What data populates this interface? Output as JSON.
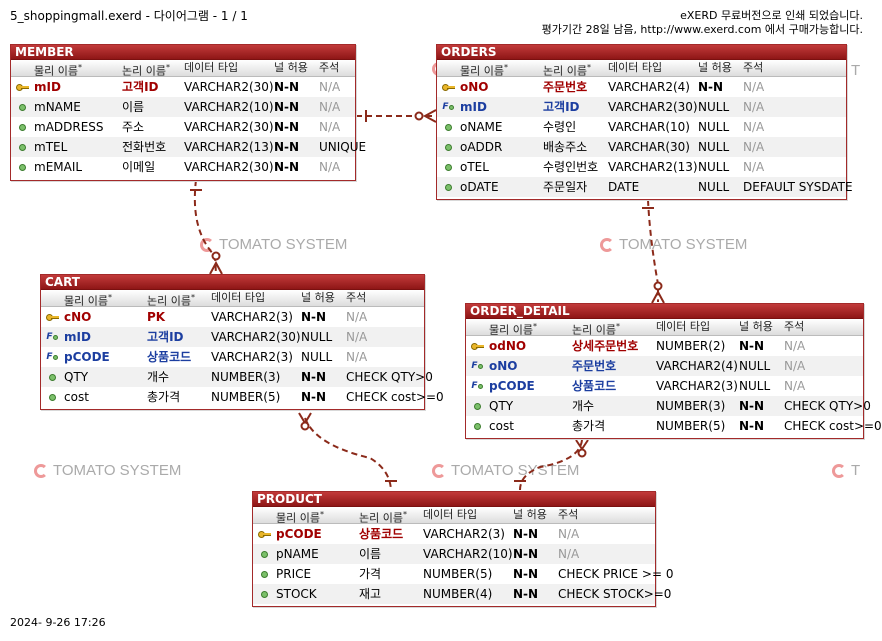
{
  "header": {
    "file_title": "5_shoppingmall.exerd - 다이어그램 - 1 / 1",
    "notice_line1": "eXERD 무료버전으로 인쇄 되었습니다.",
    "notice_line2": "평가기간 28일 남음, http://www.exerd.com 에서 구매가능합니다."
  },
  "footer": {
    "timestamp": "2024- 9-26 17:26"
  },
  "watermark": {
    "text": "TOMATO SYSTEM",
    "partial": "T"
  },
  "column_headers": {
    "physical": "물리 이름",
    "logical": "논리 이름",
    "type": "데이터 타입",
    "nullable": "널 허용",
    "comment": "주석"
  },
  "entities": {
    "member": {
      "name": "MEMBER",
      "columns": [
        {
          "key": "pk",
          "physical": "mID",
          "logical": "고객ID",
          "type": "VARCHAR2(30)",
          "null": "N-N",
          "comment": "N/A"
        },
        {
          "key": "",
          "physical": "mNAME",
          "logical": "이름",
          "type": "VARCHAR2(10)",
          "null": "N-N",
          "comment": "N/A"
        },
        {
          "key": "",
          "physical": "mADDRESS",
          "logical": "주소",
          "type": "VARCHAR2(30)",
          "null": "N-N",
          "comment": "N/A"
        },
        {
          "key": "",
          "physical": "mTEL",
          "logical": "전화번호",
          "type": "VARCHAR2(13)",
          "null": "N-N",
          "comment": "UNIQUE"
        },
        {
          "key": "",
          "physical": "mEMAIL",
          "logical": "이메일",
          "type": "VARCHAR2(30)",
          "null": "N-N",
          "comment": "N/A"
        }
      ]
    },
    "orders": {
      "name": "ORDERS",
      "columns": [
        {
          "key": "pk",
          "physical": "oNO",
          "logical": "주문번호",
          "type": "VARCHAR2(4)",
          "null": "N-N",
          "comment": "N/A"
        },
        {
          "key": "fk",
          "physical": "mID",
          "logical": "고객ID",
          "type": "VARCHAR2(30)",
          "null": "NULL",
          "comment": "N/A"
        },
        {
          "key": "",
          "physical": "oNAME",
          "logical": "수령인",
          "type": "VARCHAR(10)",
          "null": "NULL",
          "comment": "N/A"
        },
        {
          "key": "",
          "physical": "oADDR",
          "logical": "배송주소",
          "type": "VARCHAR(30)",
          "null": "NULL",
          "comment": "N/A"
        },
        {
          "key": "",
          "physical": "oTEL",
          "logical": "수령인번호",
          "type": "VARCHAR2(13)",
          "null": "NULL",
          "comment": "N/A"
        },
        {
          "key": "",
          "physical": "oDATE",
          "logical": "주문일자",
          "type": "DATE",
          "null": "NULL",
          "comment": "DEFAULT SYSDATE"
        }
      ]
    },
    "cart": {
      "name": "CART",
      "columns": [
        {
          "key": "pk",
          "physical": "cNO",
          "logical": "PK",
          "type": "VARCHAR2(3)",
          "null": "N-N",
          "comment": "N/A"
        },
        {
          "key": "fk",
          "physical": "mID",
          "logical": "고객ID",
          "type": "VARCHAR2(30)",
          "null": "NULL",
          "comment": "N/A"
        },
        {
          "key": "fk",
          "physical": "pCODE",
          "logical": "상품코드",
          "type": "VARCHAR2(3)",
          "null": "NULL",
          "comment": "N/A"
        },
        {
          "key": "",
          "physical": "QTY",
          "logical": "개수",
          "type": "NUMBER(3)",
          "null": "N-N",
          "comment": "CHECK QTY>0"
        },
        {
          "key": "",
          "physical": "cost",
          "logical": "총가격",
          "type": "NUMBER(5)",
          "null": "N-N",
          "comment": "CHECK cost>=0"
        }
      ]
    },
    "order_detail": {
      "name": "ORDER_DETAIL",
      "columns": [
        {
          "key": "pk",
          "physical": "odNO",
          "logical": "상세주문번호",
          "type": "NUMBER(2)",
          "null": "N-N",
          "comment": "N/A"
        },
        {
          "key": "fk",
          "physical": "oNO",
          "logical": "주문번호",
          "type": "VARCHAR2(4)",
          "null": "NULL",
          "comment": "N/A"
        },
        {
          "key": "fk",
          "physical": "pCODE",
          "logical": "상품코드",
          "type": "VARCHAR2(3)",
          "null": "NULL",
          "comment": "N/A"
        },
        {
          "key": "",
          "physical": "QTY",
          "logical": "개수",
          "type": "NUMBER(3)",
          "null": "N-N",
          "comment": "CHECK QTY>0"
        },
        {
          "key": "",
          "physical": "cost",
          "logical": "총가격",
          "type": "NUMBER(5)",
          "null": "N-N",
          "comment": "CHECK cost>=0"
        }
      ]
    },
    "product": {
      "name": "PRODUCT",
      "columns": [
        {
          "key": "pk",
          "physical": "pCODE",
          "logical": "상품코드",
          "type": "VARCHAR2(3)",
          "null": "N-N",
          "comment": "N/A"
        },
        {
          "key": "",
          "physical": "pNAME",
          "logical": "이름",
          "type": "VARCHAR2(10)",
          "null": "N-N",
          "comment": "N/A"
        },
        {
          "key": "",
          "physical": "PRICE",
          "logical": "가격",
          "type": "NUMBER(5)",
          "null": "N-N",
          "comment": "CHECK PRICE >= 0"
        },
        {
          "key": "",
          "physical": "STOCK",
          "logical": "재고",
          "type": "NUMBER(4)",
          "null": "N-N",
          "comment": "CHECK STOCK>=0"
        }
      ]
    }
  },
  "colors": {
    "title_bar": "#a32a2a",
    "pk_text": "#a00000",
    "fk_text": "#1c3ea0",
    "relation_line": "#8b2a1a"
  }
}
